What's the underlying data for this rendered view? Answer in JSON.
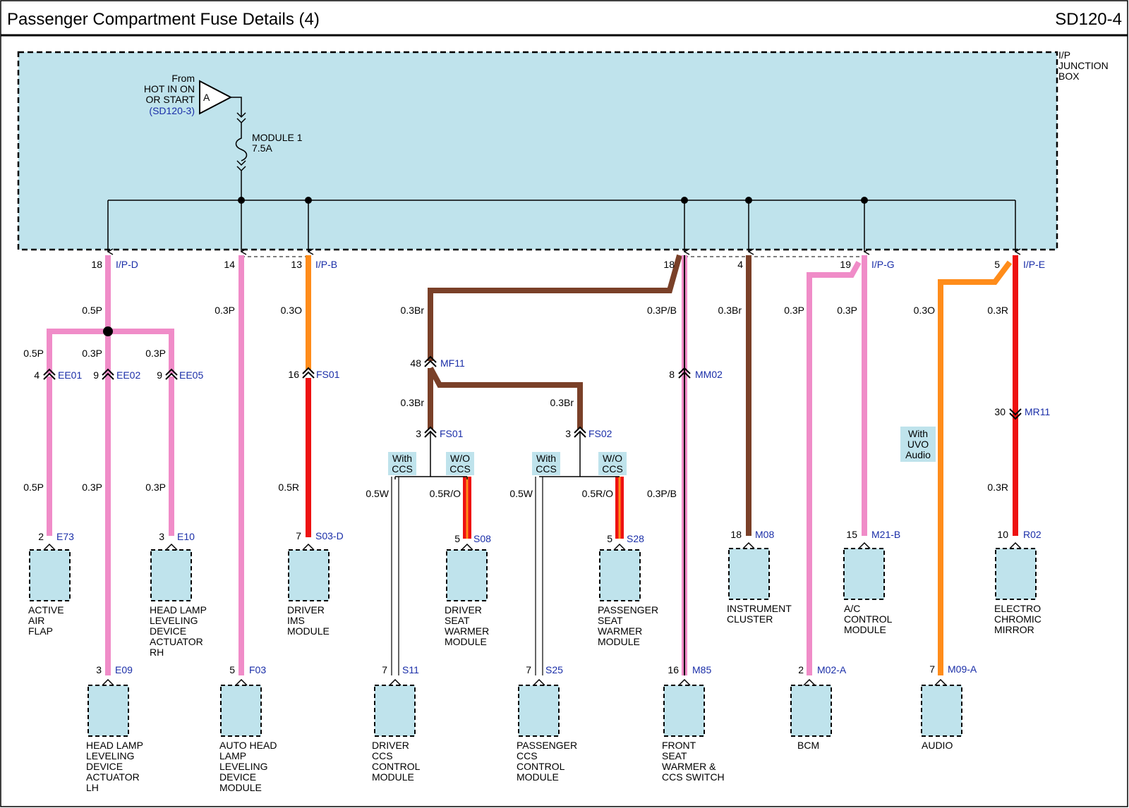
{
  "header": {
    "title": "Passenger Compartment Fuse Details (4)",
    "code": "SD120-4"
  },
  "junction_box": {
    "label_lines": [
      "I/P",
      "JUNCTION",
      "BOX"
    ]
  },
  "source": {
    "letter": "A",
    "from_lines": [
      "From",
      "HOT IN ON",
      "OR START"
    ],
    "ref": "(SD120-3)"
  },
  "fuse": {
    "name": "MODULE 1",
    "rating": "7.5A"
  },
  "colors": {
    "pink": "#f08cc8",
    "orange": "#ff8c1a",
    "red": "#ee1111",
    "brown": "#7a4028",
    "box_fill": "#bfe3ec",
    "label_blue": "#1a2ea8",
    "option_fill": "#bfe3ec"
  },
  "connectors": {
    "ipd": {
      "pin": "18",
      "name": "I/P-D"
    },
    "p14": {
      "pin": "14"
    },
    "ipb": {
      "pin": "13",
      "name": "I/P-B"
    },
    "p18b": {
      "pin": "18"
    },
    "p4": {
      "pin": "4"
    },
    "ipg": {
      "pin": "19",
      "name": "I/P-G"
    },
    "ipe": {
      "pin": "5",
      "name": "I/P-E"
    },
    "ee01": {
      "pin": "4",
      "name": "EE01"
    },
    "ee02": {
      "pin": "9",
      "name": "EE02"
    },
    "ee05": {
      "pin": "9",
      "name": "EE05"
    },
    "fs01": {
      "pin": "16",
      "name": "FS01"
    },
    "mf11": {
      "pin": "48",
      "name": "MF11"
    },
    "fs01b": {
      "pin": "3",
      "name": "FS01"
    },
    "fs02": {
      "pin": "3",
      "name": "FS02"
    },
    "mm02": {
      "pin": "8",
      "name": "MM02"
    },
    "mr11": {
      "pin": "30",
      "name": "MR11"
    },
    "e73": {
      "pin": "2",
      "name": "E73"
    },
    "e10": {
      "pin": "3",
      "name": "E10"
    },
    "s03d": {
      "pin": "7",
      "name": "S03-D"
    },
    "s08": {
      "pin": "5",
      "name": "S08"
    },
    "s28": {
      "pin": "5",
      "name": "S28"
    },
    "m08": {
      "pin": "18",
      "name": "M08"
    },
    "m21b": {
      "pin": "15",
      "name": "M21-B"
    },
    "r02": {
      "pin": "10",
      "name": "R02"
    },
    "e09": {
      "pin": "3",
      "name": "E09"
    },
    "f03": {
      "pin": "5",
      "name": "F03"
    },
    "s11": {
      "pin": "7",
      "name": "S11"
    },
    "s25": {
      "pin": "7",
      "name": "S25"
    },
    "m85": {
      "pin": "16",
      "name": "M85"
    },
    "m02a": {
      "pin": "2",
      "name": "M02-A"
    },
    "m09a": {
      "pin": "7",
      "name": "M09-A"
    }
  },
  "wires": {
    "ipd_05p": "0.5P",
    "p14_03p": "0.3P",
    "ipb_03o": "0.3O",
    "ee01_05p": "0.5P",
    "ee02_03p": "0.3P",
    "ee05_03p": "0.3P",
    "e73_05p": "0.5P",
    "e09_03p": "0.3P",
    "e10_03p": "0.3P",
    "s03_05r": "0.5R",
    "br_top": "0.3Br",
    "br_mid": "0.3Br",
    "br_right": "0.3Br",
    "s11_05w": "0.5W",
    "s08_05ro": "0.5R/O",
    "s25_05w": "0.5W",
    "s28_05ro": "0.5R/O",
    "pb_top": "0.3P/B",
    "pb_low": "0.3P/B",
    "m08_03br": "0.3Br",
    "bcm_03p": "0.3P",
    "m21_03p": "0.3P",
    "aud_03o": "0.3O",
    "ipe_03r": "0.3R",
    "r02_03r": "0.3R"
  },
  "options": {
    "with_ccs": [
      "With",
      "CCS"
    ],
    "wo_ccs": [
      "W/O",
      "CCS"
    ],
    "with_uvo": [
      "With",
      "UVO",
      "Audio"
    ]
  },
  "components": {
    "active_air_flap": [
      "ACTIVE",
      "AIR",
      "FLAP"
    ],
    "head_lamp_rh": [
      "HEAD LAMP",
      "LEVELING",
      "DEVICE",
      "ACTUATOR",
      "RH"
    ],
    "driver_ims": [
      "DRIVER",
      "IMS",
      "MODULE"
    ],
    "driver_seat_warmer": [
      "DRIVER",
      "SEAT",
      "WARMER",
      "MODULE"
    ],
    "passenger_seat_warmer": [
      "PASSENGER",
      "SEAT",
      "WARMER",
      "MODULE"
    ],
    "instrument_cluster": [
      "INSTRUMENT",
      "CLUSTER"
    ],
    "ac_control": [
      "A/C",
      "CONTROL",
      "MODULE"
    ],
    "electro_chromic": [
      "ELECTRO",
      "CHROMIC",
      "MIRROR"
    ],
    "head_lamp_lh": [
      "HEAD LAMP",
      "LEVELING",
      "DEVICE",
      "ACTUATOR",
      "LH"
    ],
    "auto_head_lamp": [
      "AUTO HEAD",
      "LAMP",
      "LEVELING",
      "DEVICE",
      "MODULE"
    ],
    "driver_ccs": [
      "DRIVER",
      "CCS",
      "CONTROL",
      "MODULE"
    ],
    "passenger_ccs": [
      "PASSENGER",
      "CCS",
      "CONTROL",
      "MODULE"
    ],
    "front_seat_warmer": [
      "FRONT",
      "SEAT",
      "WARMER &",
      "CCS SWITCH"
    ],
    "bcm": [
      "BCM"
    ],
    "audio": [
      "AUDIO"
    ]
  }
}
